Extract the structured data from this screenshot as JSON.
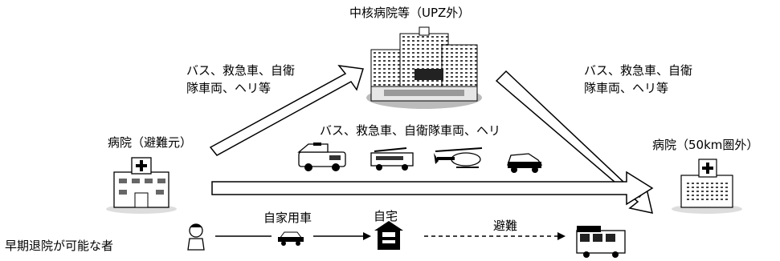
{
  "central_hospital": {
    "label": "中核病院等（UPZ外）"
  },
  "origin_hospital": {
    "label": "病院（避難元）"
  },
  "dest_hospital": {
    "label": "病院（50km圏外）"
  },
  "route_upper_left": {
    "line1": "バス、救急車、自衛",
    "line2": "隊車両、ヘリ等"
  },
  "route_upper_right": {
    "line1": "バス、救急車、自衛",
    "line2": "隊車両、ヘリ等"
  },
  "route_direct": {
    "label": "バス、救急車、自衛隊車両、ヘリ"
  },
  "early_discharge": {
    "person_label": "早期退院が可能な者",
    "car_label": "自家用車",
    "home_label": "自宅",
    "evac_label": "避難"
  },
  "icons": [
    "hospital-building-icon",
    "ambulance-icon",
    "bus-icon",
    "helicopter-icon",
    "van-icon",
    "person-icon",
    "car-icon",
    "house-icon",
    "bus-icon"
  ]
}
